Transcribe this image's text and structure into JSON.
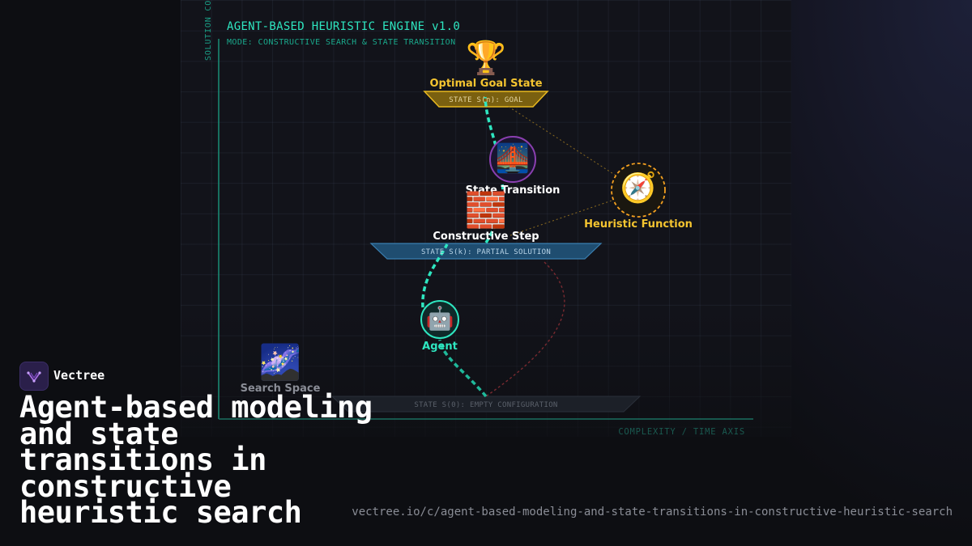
{
  "engine": {
    "title": "AGENT-BASED HEURISTIC ENGINE v1.0",
    "mode": "MODE: CONSTRUCTIVE SEARCH & STATE TRANSITION"
  },
  "axes": {
    "y_label": "SOLUTION CO",
    "x_label": "COMPLEXITY / TIME AXIS"
  },
  "nodes": {
    "goal": {
      "label": "Optimal Goal State",
      "icon": "trophy-icon",
      "glyph": "🏆",
      "color": "#f4c430"
    },
    "transition": {
      "label": "State Transition",
      "icon": "bridge-icon",
      "glyph": "🌉",
      "color": "#ffffff"
    },
    "heuristic": {
      "label": "Heuristic Function",
      "icon": "compass-icon",
      "glyph": "🧭",
      "color": "#f4c430"
    },
    "constructive": {
      "label": "Constructive Step",
      "icon": "brick-icon",
      "glyph": "🧱",
      "color": "#ffffff"
    },
    "agent": {
      "label": "Agent",
      "icon": "robot-icon",
      "glyph": "🤖",
      "color": "#2ee6c0"
    },
    "search_space": {
      "label": "Search Space",
      "icon": "galaxy-icon",
      "glyph": "🌌",
      "color": "#8a8d96"
    }
  },
  "platforms": {
    "goal": "STATE S(n): GOAL",
    "partial": "STATE S(k): PARTIAL SOLUTION",
    "empty": "STATE S(0): EMPTY CONFIGURATION"
  },
  "brand": {
    "name": "Vectree",
    "logo_icon": "vectree-logo-icon"
  },
  "headline": "Agent-based modeling and state transitions in constructive heuristic search",
  "url": "vectree.io/c/agent-based-modeling-and-state-transitions-in-constructive-heuristic-search",
  "colors": {
    "accent": "#2ee6c0",
    "gold": "#f4c430",
    "partial_platform": "#1f4d70",
    "path_red": "#8a2a30",
    "purple": "#8a3fb0"
  }
}
